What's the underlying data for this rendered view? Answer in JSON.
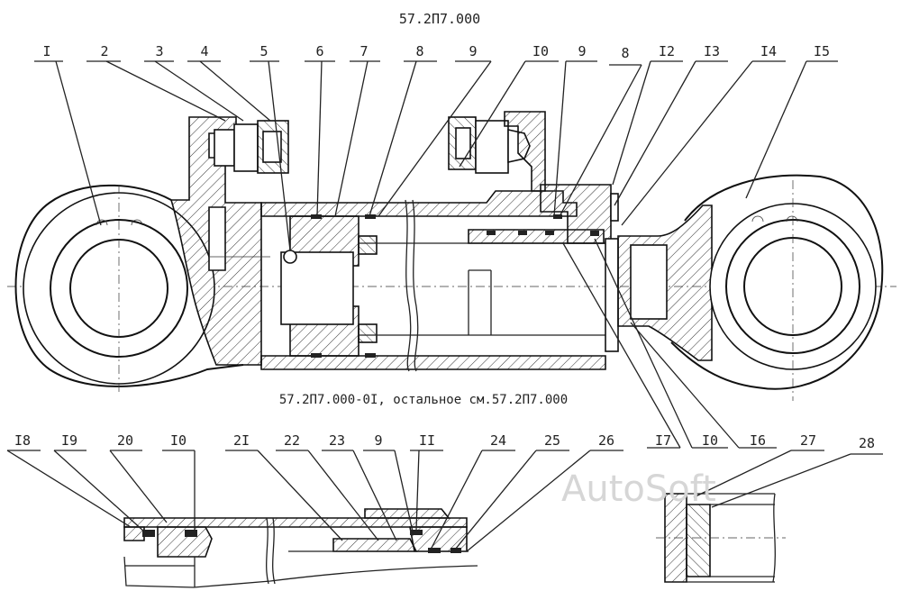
{
  "drawing": {
    "title": "57.2П7.000",
    "subtitle": "57.2П7.000-0I, остальное см.57.2П7.000",
    "watermark": "AutoSoft"
  },
  "callouts_top": [
    "I",
    "2",
    "3",
    "4",
    "5",
    "6",
    "7",
    "8",
    "9",
    "I0",
    "9",
    "8",
    "I2",
    "I3",
    "I4",
    "I5"
  ],
  "callouts_mid": [
    "I7",
    "I0",
    "I6"
  ],
  "callouts_bottom": [
    "I8",
    "I9",
    "20",
    "I0",
    "2I",
    "22",
    "23",
    "9",
    "II",
    "24",
    "25",
    "26",
    "27",
    "28"
  ]
}
